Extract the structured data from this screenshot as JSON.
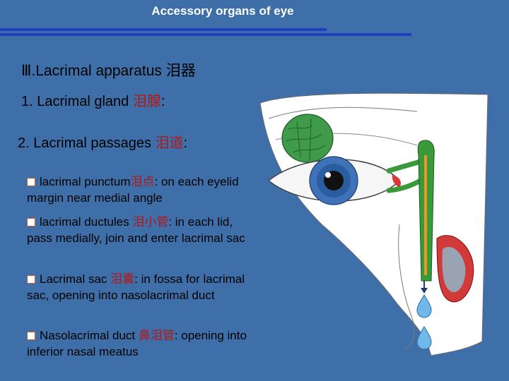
{
  "slide": {
    "title": "Accessory organs of eye",
    "heading": "Ⅲ.Lacrimal apparatus 泪器",
    "item1": {
      "text": "1. Lacrimal gland ",
      "cn": "泪腺",
      "tail": ":"
    },
    "item2": {
      "text": "2. Lacrimal passages ",
      "cn": "泪道",
      "tail": ":"
    },
    "bullets": [
      {
        "term": "lacrimal punctum",
        "cn": "泪点",
        "desc": ": on each eyelid margin near medial angle"
      },
      {
        "term": "lacrimal ductules ",
        "cn": "泪小管",
        "desc": ": in each lid, pass medially, join and enter lacrimal sac"
      },
      {
        "term": "Lacrimal sac ",
        "cn": "泪囊",
        "desc": ": in fossa for lacrimal sac, opening into nasolacrimal duct"
      },
      {
        "term": "Nasolacrimal duct ",
        "cn": "鼻泪管",
        "desc": ": opening into inferior nasal meatus"
      }
    ]
  },
  "colors": {
    "background": "#3f6fa8",
    "rule": "#1f3fbf",
    "chinese_text": "#b01818"
  },
  "illustration": {
    "subject": "eye-lacrimal-apparatus-illustration"
  }
}
